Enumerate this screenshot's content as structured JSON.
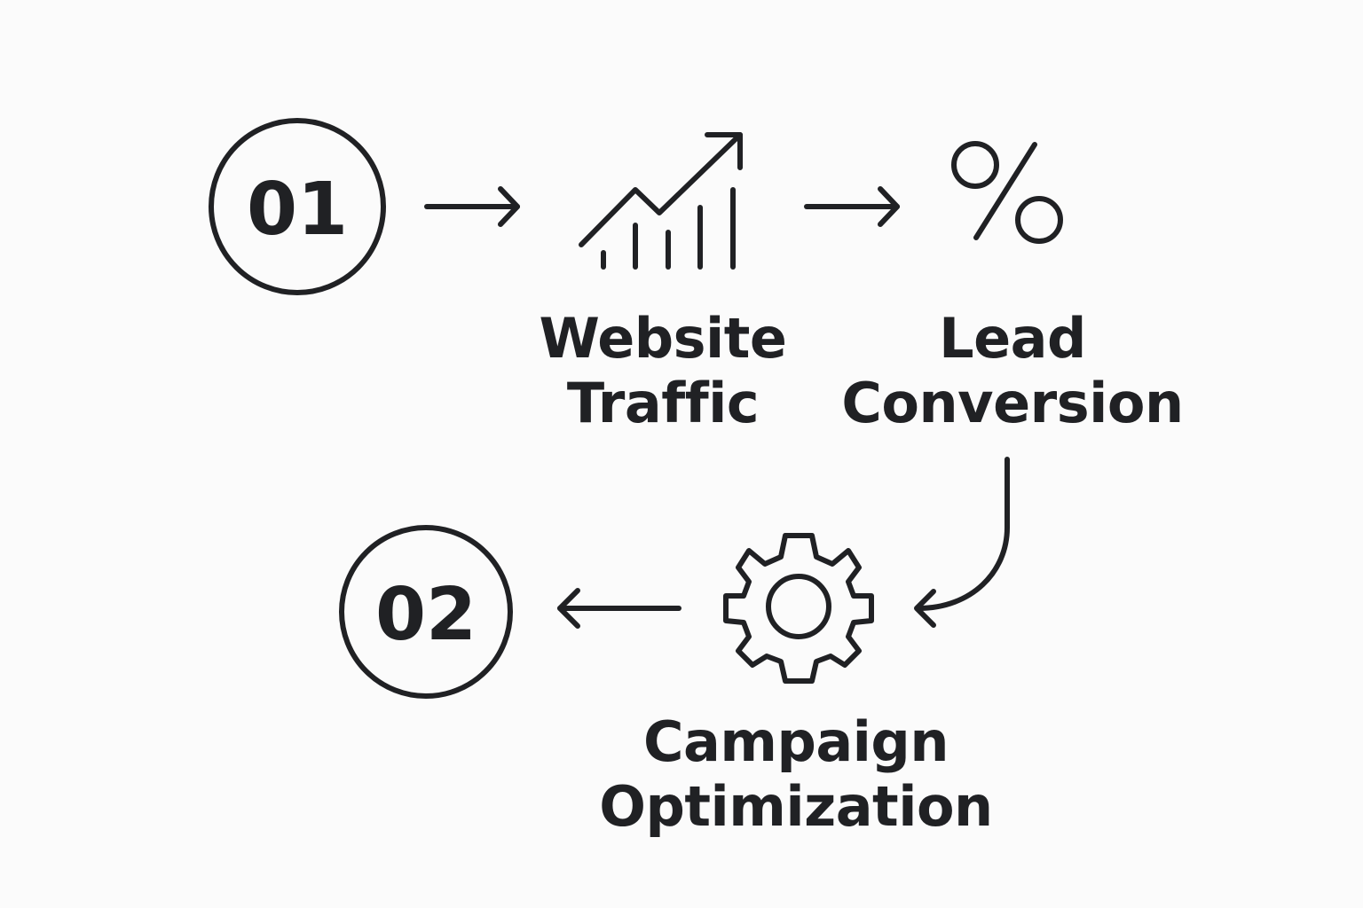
{
  "colors": {
    "background": "#fbfbfb",
    "ink": "#202124"
  },
  "steps": {
    "start": {
      "number": "01"
    },
    "traffic": {
      "icon": "trending-up-bar-chart-icon",
      "label_line1": "Website",
      "label_line2": "Traffic"
    },
    "conversion": {
      "icon": "percent-icon",
      "label_line1": "Lead",
      "label_line2": "Conversion"
    },
    "optimization": {
      "icon": "gear-icon",
      "label_line1": "Campaign",
      "label_line2": "Optimization"
    },
    "end": {
      "number": "02"
    }
  }
}
